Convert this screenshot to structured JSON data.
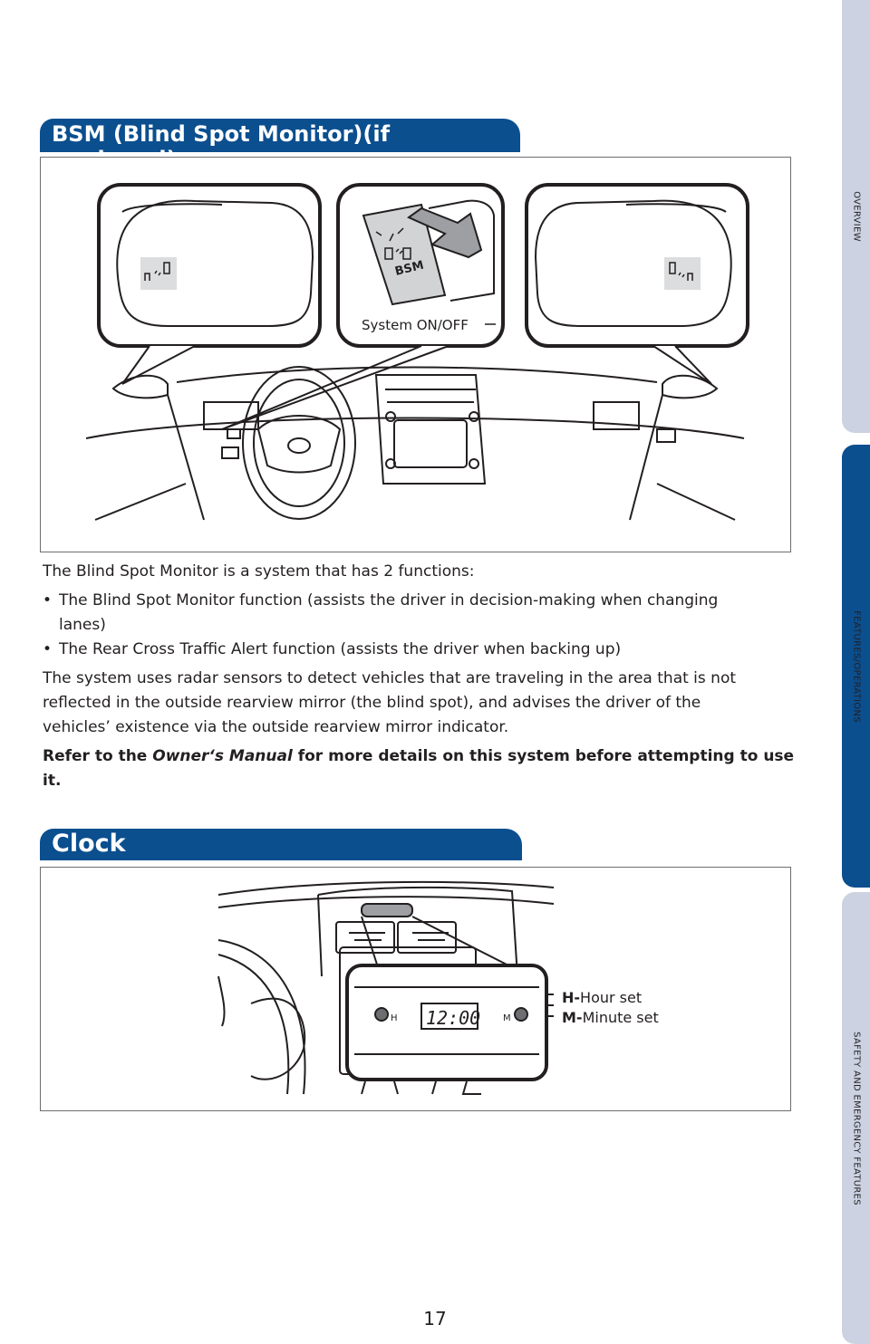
{
  "side_tabs": {
    "overview": "OVERVIEW",
    "features": "FEATURES/OPERATIONS",
    "safety": "SAFETY AND EMERGENCY FEATURES"
  },
  "bsm": {
    "title": "BSM (Blind Spot Monitor)(if equipped)",
    "system_label": "System ON/OFF",
    "switch_text": "BSM",
    "intro": "The Blind Spot Monitor is a system that has 2 functions:",
    "bullets": [
      "The Blind Spot Monitor function (assists the driver in decision-making when changing lanes)",
      "The Rear Cross Traffic Alert function (assists the driver when backing up)"
    ],
    "description": "The system uses radar sensors to detect vehicles that are traveling in the area that is not reflected in the outside rearview mirror (the blind spot), and advises the driver of the vehicles’ existence via the outside rearview mirror indicator.",
    "note_prefix": "Refer to the ",
    "note_manual": "Owner‘s Manual",
    "note_suffix": " for more details on this system before attempting to use it."
  },
  "clock": {
    "title": "Clock",
    "display_time": "12:00",
    "button_h": "H",
    "button_m": "M",
    "h_key": "H-",
    "h_desc": "Hour set",
    "m_key": "M-",
    "m_desc": "Minute set"
  },
  "page_number": "17",
  "colors": {
    "brand_blue": "#0b4f8f",
    "tab_light": "#ccd2e2"
  }
}
